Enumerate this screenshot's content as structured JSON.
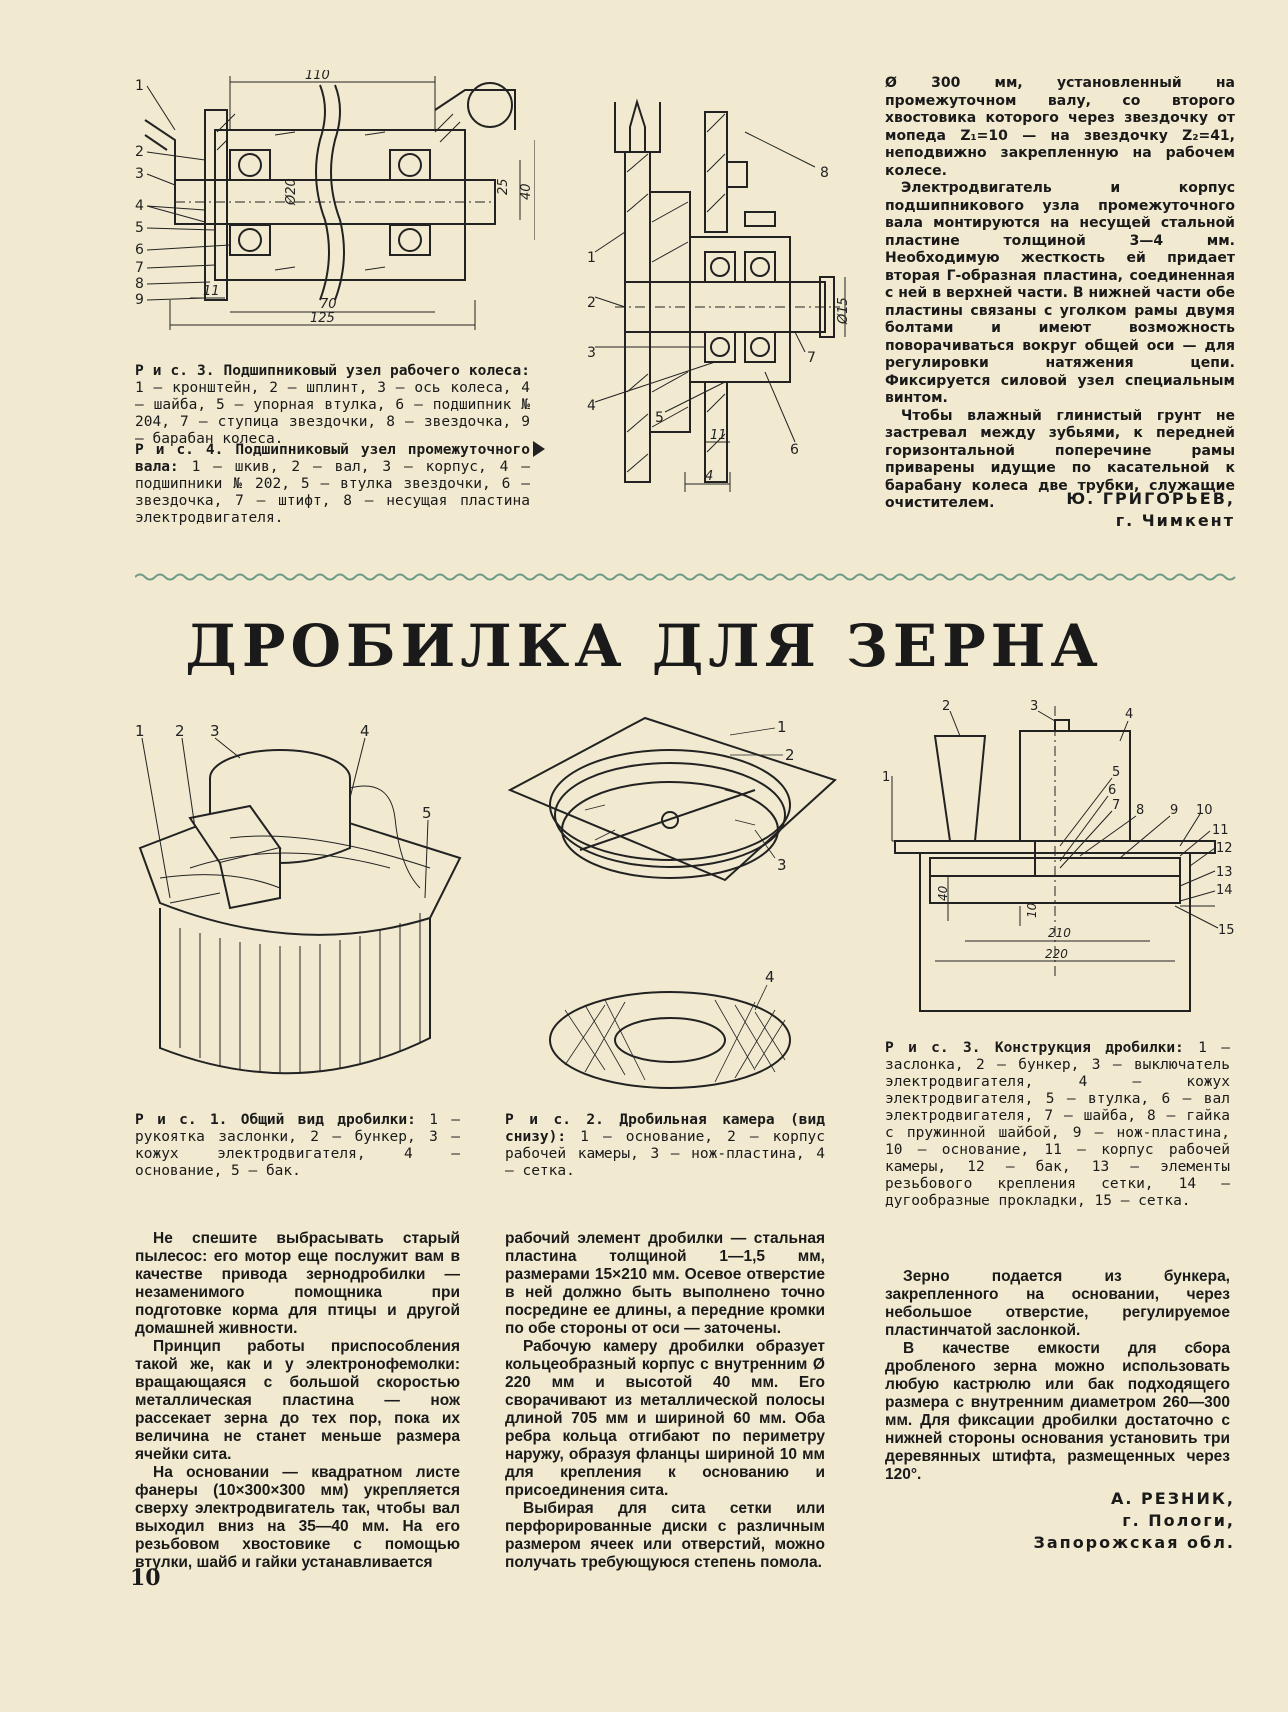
{
  "top": {
    "fig3": {
      "head": "Р и с. 3. Подшипниковый узел рабочего колеса:",
      "body": "1 — кронштейн, 2 — шплинт, 3 — ось колеса, 4 — шайба, 5 — упорная втулка, 6 — подшипник № 204, 7 — ступица звездочки, 8 — звездочка, 9 — барабан колеса.",
      "dims": [
        "110",
        "Ø20",
        "25",
        "40",
        "11",
        "70",
        "125"
      ],
      "callouts": [
        "1",
        "2",
        "3",
        "4",
        "5",
        "6",
        "7",
        "8",
        "9"
      ]
    },
    "fig4": {
      "head": "Р и с. 4. Подшипниковый узел промежуточного вала:",
      "body": "1 — шкив, 2 — вал, 3 — корпус, 4 — подшипники № 202, 5 — втулка звездочки, 6 — звездочка, 7 — штифт, 8 — несущая пластина электродвигателя.",
      "dims": [
        "Ø15",
        "11",
        "4"
      ],
      "callouts": [
        "1",
        "2",
        "3",
        "4",
        "5",
        "6",
        "7",
        "8"
      ]
    },
    "text": [
      "Ø 300 мм, установленный на промежуточном валу, со второго хвостовика которого через звездочку от мопеда Z₁=10 — на звездочку Z₂=41, неподвижно закрепленную на рабочем колесе.",
      "Электродвигатель и корпус подшипникового узла промежуточного вала монтируются на несущей стальной пластине толщиной 3—4 мм. Необходимую жесткость ей придает вторая Г-образная пластина, соединенная с ней в верхней части. В нижней части обе пластины связаны с уголком рамы двумя болтами и имеют возможность поворачиваться вокруг общей оси — для регулировки натяжения цепи. Фиксируется силовой узел специальным винтом.",
      "Чтобы влажный глинистый грунт не застревал между зубьями, к передней горизонтальной поперечине рамы приварены идущие по касательной к барабану колеса две трубки, служащие очистителем."
    ],
    "author": "Ю. ГРИГОРЬЕВ,",
    "city": "г. Чимкент"
  },
  "article": {
    "title": "ДРОБИЛКА ДЛЯ ЗЕРНА",
    "fig1": {
      "head": "Р и с. 1. Общий вид дробилки:",
      "body": "1 — рукоятка заслонки, 2 — бункер, 3 — кожух электродвигателя, 4 — основание, 5 — бак.",
      "callouts": [
        "1",
        "2",
        "3",
        "4",
        "5"
      ]
    },
    "fig2": {
      "head": "Р и с. 2. Дробильная камера (вид снизу):",
      "body": "1 — основание, 2 — корпус рабочей камеры, 3 — нож-пластина, 4 — сетка.",
      "callouts": [
        "1",
        "2",
        "3",
        "4"
      ]
    },
    "fig3": {
      "head": "Р и с. 3. Конструкция дробилки:",
      "body": "1 — заслонка, 2 — бункер, 3 — выключатель электродвигателя, 4 — кожух электродвигателя, 5 — втулка, 6 — вал электродвигателя, 7 — шайба, 8 — гайка с пружинной шайбой, 9 — нож-пластина, 10 — основание, 11 — корпус рабочей камеры, 12 — бак, 13 — элементы резьбового крепления сетки, 14 — дугообразные прокладки, 15 — сетка.",
      "dims": [
        "40",
        "10",
        "210",
        "220"
      ],
      "callouts": [
        "1",
        "2",
        "3",
        "4",
        "5",
        "6",
        "7",
        "8",
        "9",
        "10",
        "11",
        "12",
        "13",
        "14",
        "15"
      ]
    },
    "col1": [
      "Не спешите выбрасывать старый пылесос: его мотор еще послужит вам в качестве привода зернодробилки — незаменимого помощника при подготовке корма для птицы и другой домашней живности.",
      "Принцип работы приспособления такой же, как и у электронофемолки: вращающаяся с большой скоростью металлическая пластина — нож рассекает зерна до тех пор, пока их величина не станет меньше размера ячейки сита.",
      "На основании — квадратном листе фанеры (10×300×300 мм) укрепляется сверху электродвигатель так, чтобы вал выходил вниз на 35—40 мм. На его резьбовом хвостовике с помощью втулки, шайб и гайки устанавливается"
    ],
    "col2": [
      "рабочий элемент дробилки — стальная пластина толщиной 1—1,5 мм, размерами 15×210 мм. Осевое отверстие в ней должно быть выполнено точно посредине ее длины, а передние кромки по обе стороны от оси — заточены.",
      "Рабочую камеру дробилки образует кольцеобразный корпус с внутренним Ø 220 мм и высотой 40 мм. Его сворачивают из металлической полосы длиной 705 мм и шириной 60 мм. Оба ребра кольца отгибают по периметру наружу, образуя фланцы шириной 10 мм для крепления к основанию и присоединения сита.",
      "Выбирая для сита сетки или перфорированные диски с различным размером ячеек или отверстий, можно получать требующуюся степень помола."
    ],
    "col3": [
      "Зерно подается из бункера, закрепленного на основании, через небольшое отверстие, регулируемое пластинчатой заслонкой.",
      "В качестве емкости для сбора дробленого зерна можно использовать любую кастрюлю или бак подходящего размера с внутренним диаметром 260—300 мм. Для фиксации дробилки достаточно с нижней стороны основания установить три деревянных штифта, размещенных через 120°."
    ],
    "author": "А. РЕЗНИК,",
    "city1": "г. Пологи,",
    "city2": "Запорожская обл."
  },
  "page_number": "10"
}
